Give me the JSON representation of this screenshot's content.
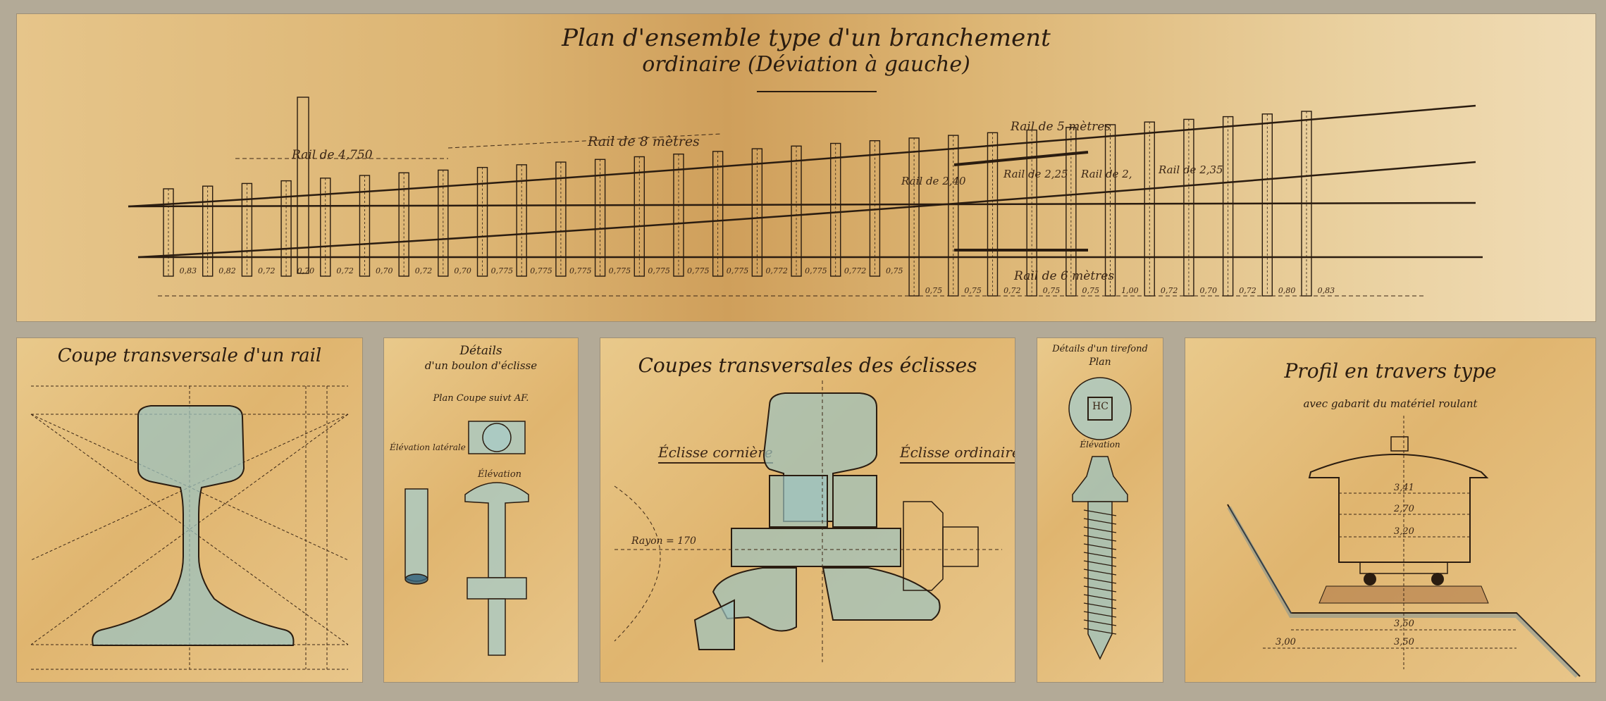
{
  "plan": {
    "title_line1": "Plan d'ensemble type d'un branchement",
    "title_line2": "ordinaire (Déviation à gauche)",
    "rail_4750": "Rail de 4,750",
    "rail_8m": "Rail de 8 mètres",
    "rail_5m": "Rail de 5 mètres",
    "rail_240": "Rail de 2,40",
    "rail_225": "Rail de 2,25",
    "rail_2": "Rail de 2,",
    "rail_235": "Rail de 2,35",
    "rail_6m": "Rail de 6 mètres",
    "spacings": [
      "0,83",
      "0,82",
      "0,72",
      "0,70",
      "0,72",
      "0,70",
      "0,72",
      "0,70",
      "0,775",
      "0,775",
      "0,775",
      "0,775",
      "0,775",
      "0,775",
      "0,775",
      "0,772",
      "0,775",
      "0,772",
      "0,75",
      "0,75",
      "0,75",
      "0,72",
      "0,75",
      "0,75",
      "1,00",
      "0,72",
      "0,70",
      "0,72",
      "0,80",
      "0,83"
    ]
  },
  "rail_section": {
    "title": "Coupe transversale d'un rail"
  },
  "bolt": {
    "title_line1": "Détails",
    "title_line2": "d'un boulon d'éclisse",
    "sub": "Plan Coupe suivt AF.",
    "elevation_laterale": "Élévation latérale",
    "elevation": "Élévation"
  },
  "fishplates": {
    "title": "Coupes transversales des éclisses",
    "corner": "Éclisse cornière",
    "ordinary": "Éclisse ordinaire",
    "rayon": "Rayon = 170"
  },
  "tirefond": {
    "title": "Détails d'un tirefond",
    "plan": "Plan",
    "elevation": "Élévation",
    "stamp": "HC"
  },
  "profile": {
    "title": "Profil en travers type",
    "subtitle": "avec gabarit du matériel roulant",
    "dims": [
      "3,41",
      "2,70",
      "3,20",
      "3,50",
      "3,50",
      "3,00"
    ]
  }
}
